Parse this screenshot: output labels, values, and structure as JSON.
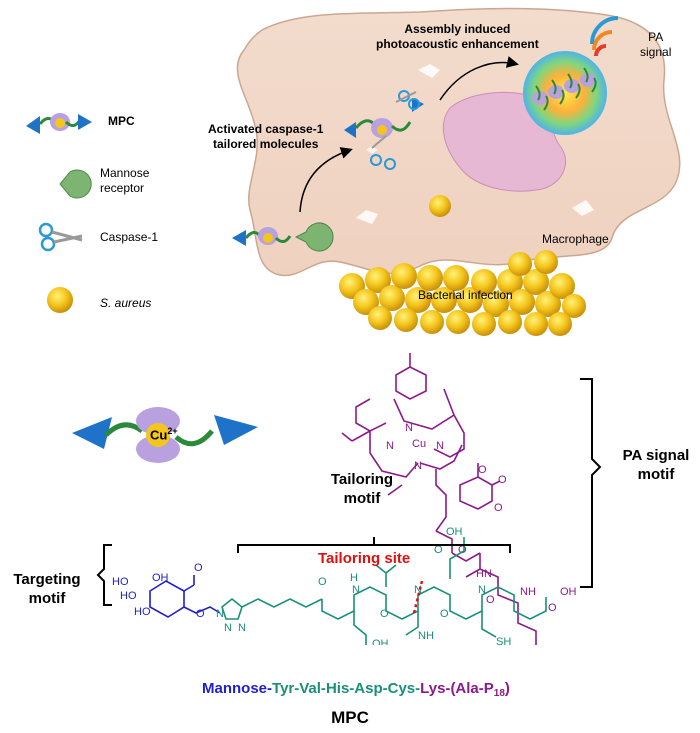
{
  "legend": {
    "mpc": "MPC",
    "mannose_receptor": "Mannose\nreceptor",
    "caspase": "Caspase-1",
    "saureus": "S. aureus"
  },
  "cell": {
    "activated": "Activated caspase-1\ntailored molecules",
    "assembly": "Assembly induced\nphotoacoustic enhancement",
    "pa_signal": "PA\nsignal",
    "macrophage": "Macrophage",
    "infection": "Bacterial infection"
  },
  "structure": {
    "metal_ion": "Cu",
    "metal_charge": "2+",
    "tailoring_motif": "Tailoring\nmotif",
    "tailoring_site": "Tailoring site",
    "targeting_motif": "Targeting\nmotif",
    "pa_signal_motif": "PA signal\nmotif"
  },
  "sequence": {
    "mannose": "Mannose-",
    "tyr": "Tyr-",
    "val": "Val-",
    "his": "His-",
    "asp": "Asp-",
    "cys": "Cys-",
    "lys": "Lys-",
    "ala": "(Ala-P",
    "sub": "18",
    "close": ")"
  },
  "title": "MPC",
  "colors": {
    "mannose": "#1f1fc8",
    "peptide": "#1a8f7a",
    "lys": "#8b1a8b",
    "porphyrin": "#8b1a8b",
    "tailoring_site": "#e01010",
    "cell": "#f2d9c9"
  }
}
